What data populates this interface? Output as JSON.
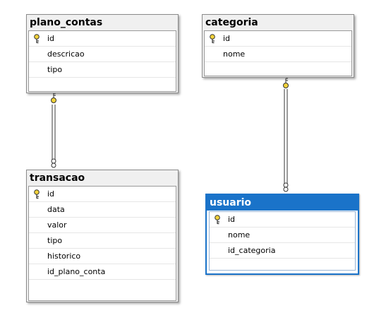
{
  "tables": {
    "plano_contas": {
      "title": "plano_contas",
      "columns": [
        "id",
        "descricao",
        "tipo"
      ],
      "primary_key": "id"
    },
    "categoria": {
      "title": "categoria",
      "columns": [
        "id",
        "nome"
      ],
      "primary_key": "id"
    },
    "transacao": {
      "title": "transacao",
      "columns": [
        "id",
        "data",
        "valor",
        "tipo",
        "historico",
        "id_plano_conta"
      ],
      "primary_key": "id"
    },
    "usuario": {
      "title": "usuario",
      "columns": [
        "id",
        "nome",
        "id_categoria"
      ],
      "primary_key": "id",
      "selected": true
    }
  },
  "relationships": [
    {
      "from": "plano_contas",
      "to": "transacao",
      "one_end": "key",
      "many_end": "infinity"
    },
    {
      "from": "categoria",
      "to": "usuario",
      "one_end": "key",
      "many_end": "infinity"
    }
  ],
  "colors": {
    "selected_header": "#1a73c9",
    "key_icon": "#f2d23a",
    "connector": "#808080"
  }
}
